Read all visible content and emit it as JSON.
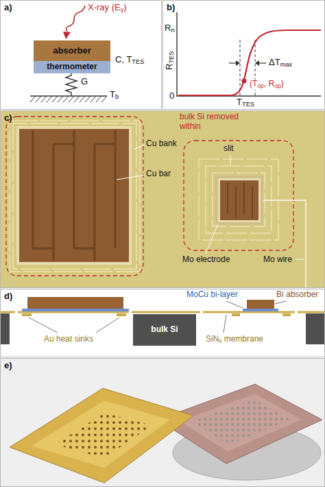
{
  "diagram": {
    "nodes": [
      {
        "text": [
          "a)"
        ]
      },
      {
        "text": [
          "absorber"
        ],
        "in": 0
      },
      {
        "text": [
          "thermometer"
        ],
        "in": 0
      },
      {
        "text": [
          "b)"
        ]
      },
      {
        "text": [
          "c)"
        ]
      },
      {
        "text": [
          "d)"
        ]
      },
      {
        "text": [
          "bulk Si"
        ],
        "in": 5
      },
      {
        "text": [
          "e)"
        ]
      }
    ],
    "labels": [
      "X-ray (E",
      "γ",
      ")",
      "C, T",
      "TES",
      "G",
      "T",
      "b",
      "R",
      "TES",
      "R",
      "n",
      "0",
      "T",
      "TES",
      "ΔT",
      "max",
      "(T",
      "op",
      ", R",
      "op",
      ")",
      "Cu bank",
      "Cu bar",
      "bulk Si removed within",
      "slit",
      "Mo electrode",
      "Mo wire",
      "MoCu bi-layer",
      "Bi absorber",
      "Au heat sinks",
      "SiN",
      "x",
      "membrane"
    ]
  }
}
